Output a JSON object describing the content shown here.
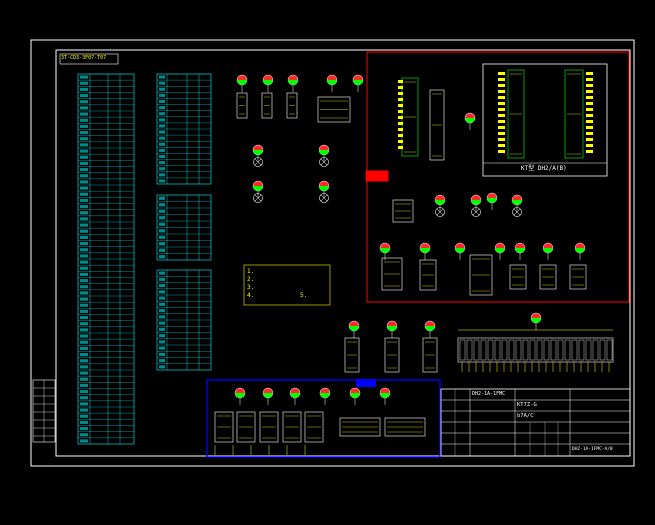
{
  "drawing": {
    "top_left_tag": "3T-CD3-3F07-T07",
    "relay_label_mid": "KT型 DH2/A(B)",
    "red_section_tag": "",
    "blue_section_tag": "",
    "notes": [
      "1.",
      "2.",
      "3.",
      "4.",
      "5."
    ]
  },
  "title_block": {
    "left_code": "DH2-1A-1FMC",
    "model": "KT7Z-G",
    "sub": "b7A/C",
    "drawing_no": "DH2-1A-1FMC-A/0"
  },
  "colors": {
    "background": "#000000",
    "frame": "#ffffff",
    "table": "#00ffff",
    "text": "#ffff00",
    "red_box": "#ff0000",
    "blue_box": "#0000ff",
    "green": "#00ff00"
  }
}
